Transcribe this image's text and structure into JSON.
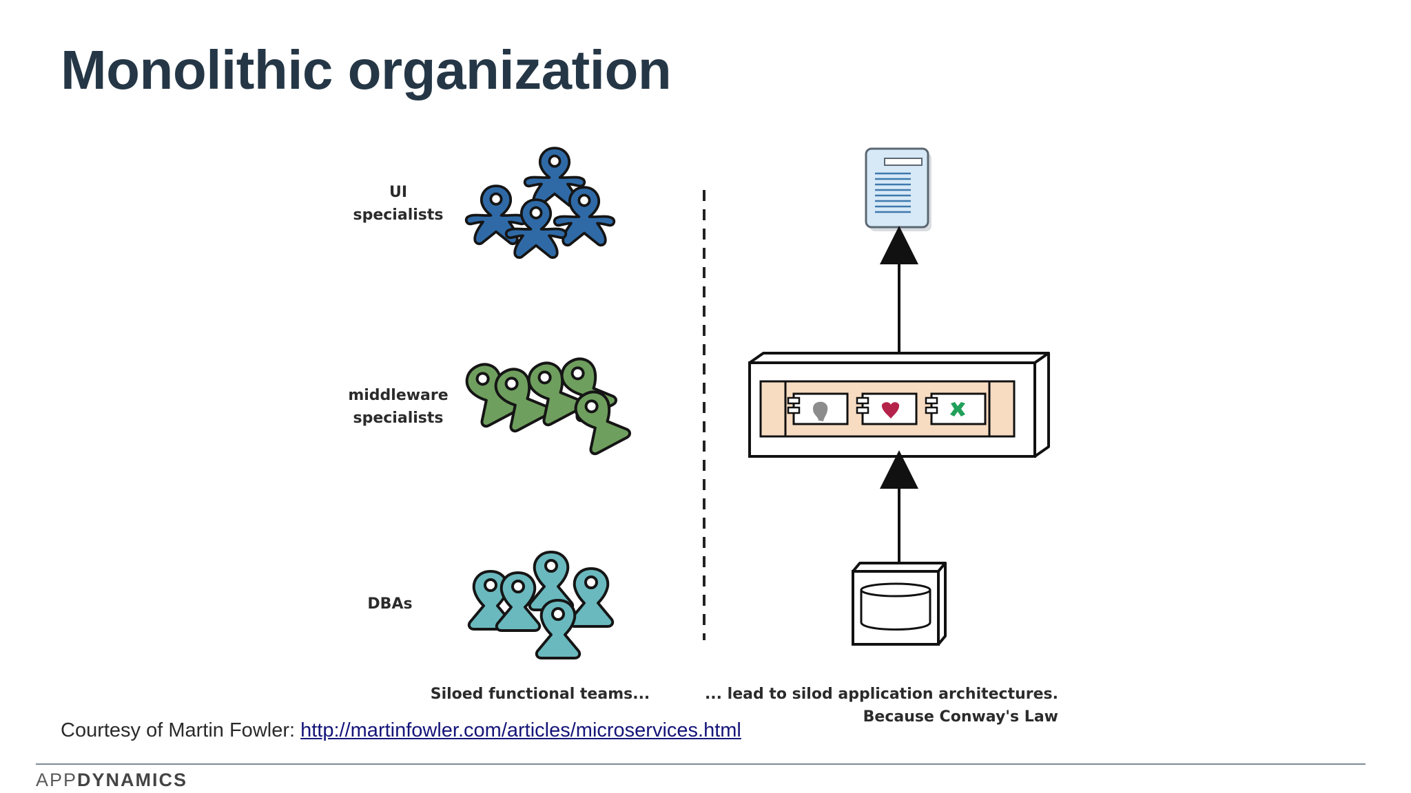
{
  "slide": {
    "title": "Monolithic organization"
  },
  "teams": {
    "ui_line1": "UI",
    "ui_line2": "specialists",
    "mw_line1": "middleware",
    "mw_line2": "specialists",
    "dba": "DBAs",
    "caption": "Siloed functional teams..."
  },
  "architecture": {
    "caption_line1": "... lead to silod application architectures.",
    "caption_line2": "Because Conway's Law"
  },
  "courtesy": {
    "prefix": "Courtesy of Martin Fowler: ",
    "link_text": "http://martinfowler.com/articles/microservices.html"
  },
  "brand": {
    "part1": "APP",
    "part2": "DYNAMICS"
  },
  "colors": {
    "title": "#253746",
    "ui_people": "#2f6aa7",
    "middleware_people": "#6f9f5e",
    "dba_people": "#6ab9be",
    "app_inner": "#f7dcc2",
    "doc_fill": "#d7e9f7"
  },
  "icons": {
    "ui_team": "person-icon",
    "middleware_team": "person-icon",
    "dba_team": "person-icon",
    "ui_layer": "document-icon",
    "app_layer": "server-box-icon",
    "db_layer": "database-icon"
  }
}
